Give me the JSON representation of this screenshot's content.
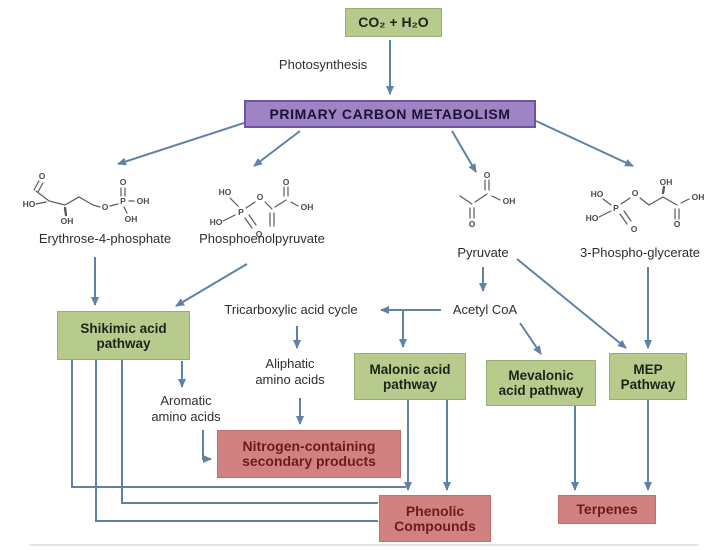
{
  "colors": {
    "green_box": "#b7cb8d",
    "purple_box": "#9e84c4",
    "purple_border": "#6f53a0",
    "red_box": "#d28181",
    "red_text": "#6e1a1a",
    "arrow": "#5e82a8",
    "text": "#2e2e2e"
  },
  "nodes": {
    "co2": {
      "label": "CO₂ + H₂O"
    },
    "photosynthesis": {
      "label": "Photosynthesis"
    },
    "primary": {
      "label": "PRIMARY CARBON METABOLISM"
    },
    "erythrose": {
      "label": "Erythrose-4-phosphate"
    },
    "pep": {
      "label": "Phosphoenolpyruvate"
    },
    "pyruvate": {
      "label": "Pyruvate"
    },
    "pg3": {
      "label": "3-Phospho-glycerate"
    },
    "shikimic": {
      "line1": "Shikimic acid",
      "line2": "pathway"
    },
    "tca": {
      "label": "Tricarboxylic acid cycle"
    },
    "acetyl": {
      "label": "Acetyl CoA"
    },
    "aliphatic": {
      "line1": "Aliphatic",
      "line2": "amino acids"
    },
    "aromatic": {
      "line1": "Aromatic",
      "line2": "amino acids"
    },
    "malonic": {
      "line1": "Malonic acid",
      "line2": "pathway"
    },
    "mevalonic": {
      "line1": "Mevalonic",
      "line2": "acid pathway"
    },
    "mep": {
      "line1": "MEP",
      "line2": "Pathway"
    },
    "nitrogen": {
      "line1": "Nitrogen-containing",
      "line2": "secondary products"
    },
    "phenolic": {
      "line1": "Phenolic",
      "line2": "Compounds"
    },
    "terpenes": {
      "label": "Terpenes"
    }
  },
  "structures": {
    "erythrose_atoms": [
      "O",
      "HO",
      "OH",
      "O",
      "P",
      "O",
      "OH",
      "OH"
    ],
    "pep_atoms": [
      "HO",
      "HO",
      "P",
      "O",
      "O",
      "O",
      "OH"
    ],
    "pyruvate_atoms": [
      "O",
      "O",
      "OH"
    ],
    "pg3_atoms": [
      "HO",
      "HO",
      "P",
      "O",
      "O",
      "OH",
      "O",
      "OH"
    ]
  }
}
